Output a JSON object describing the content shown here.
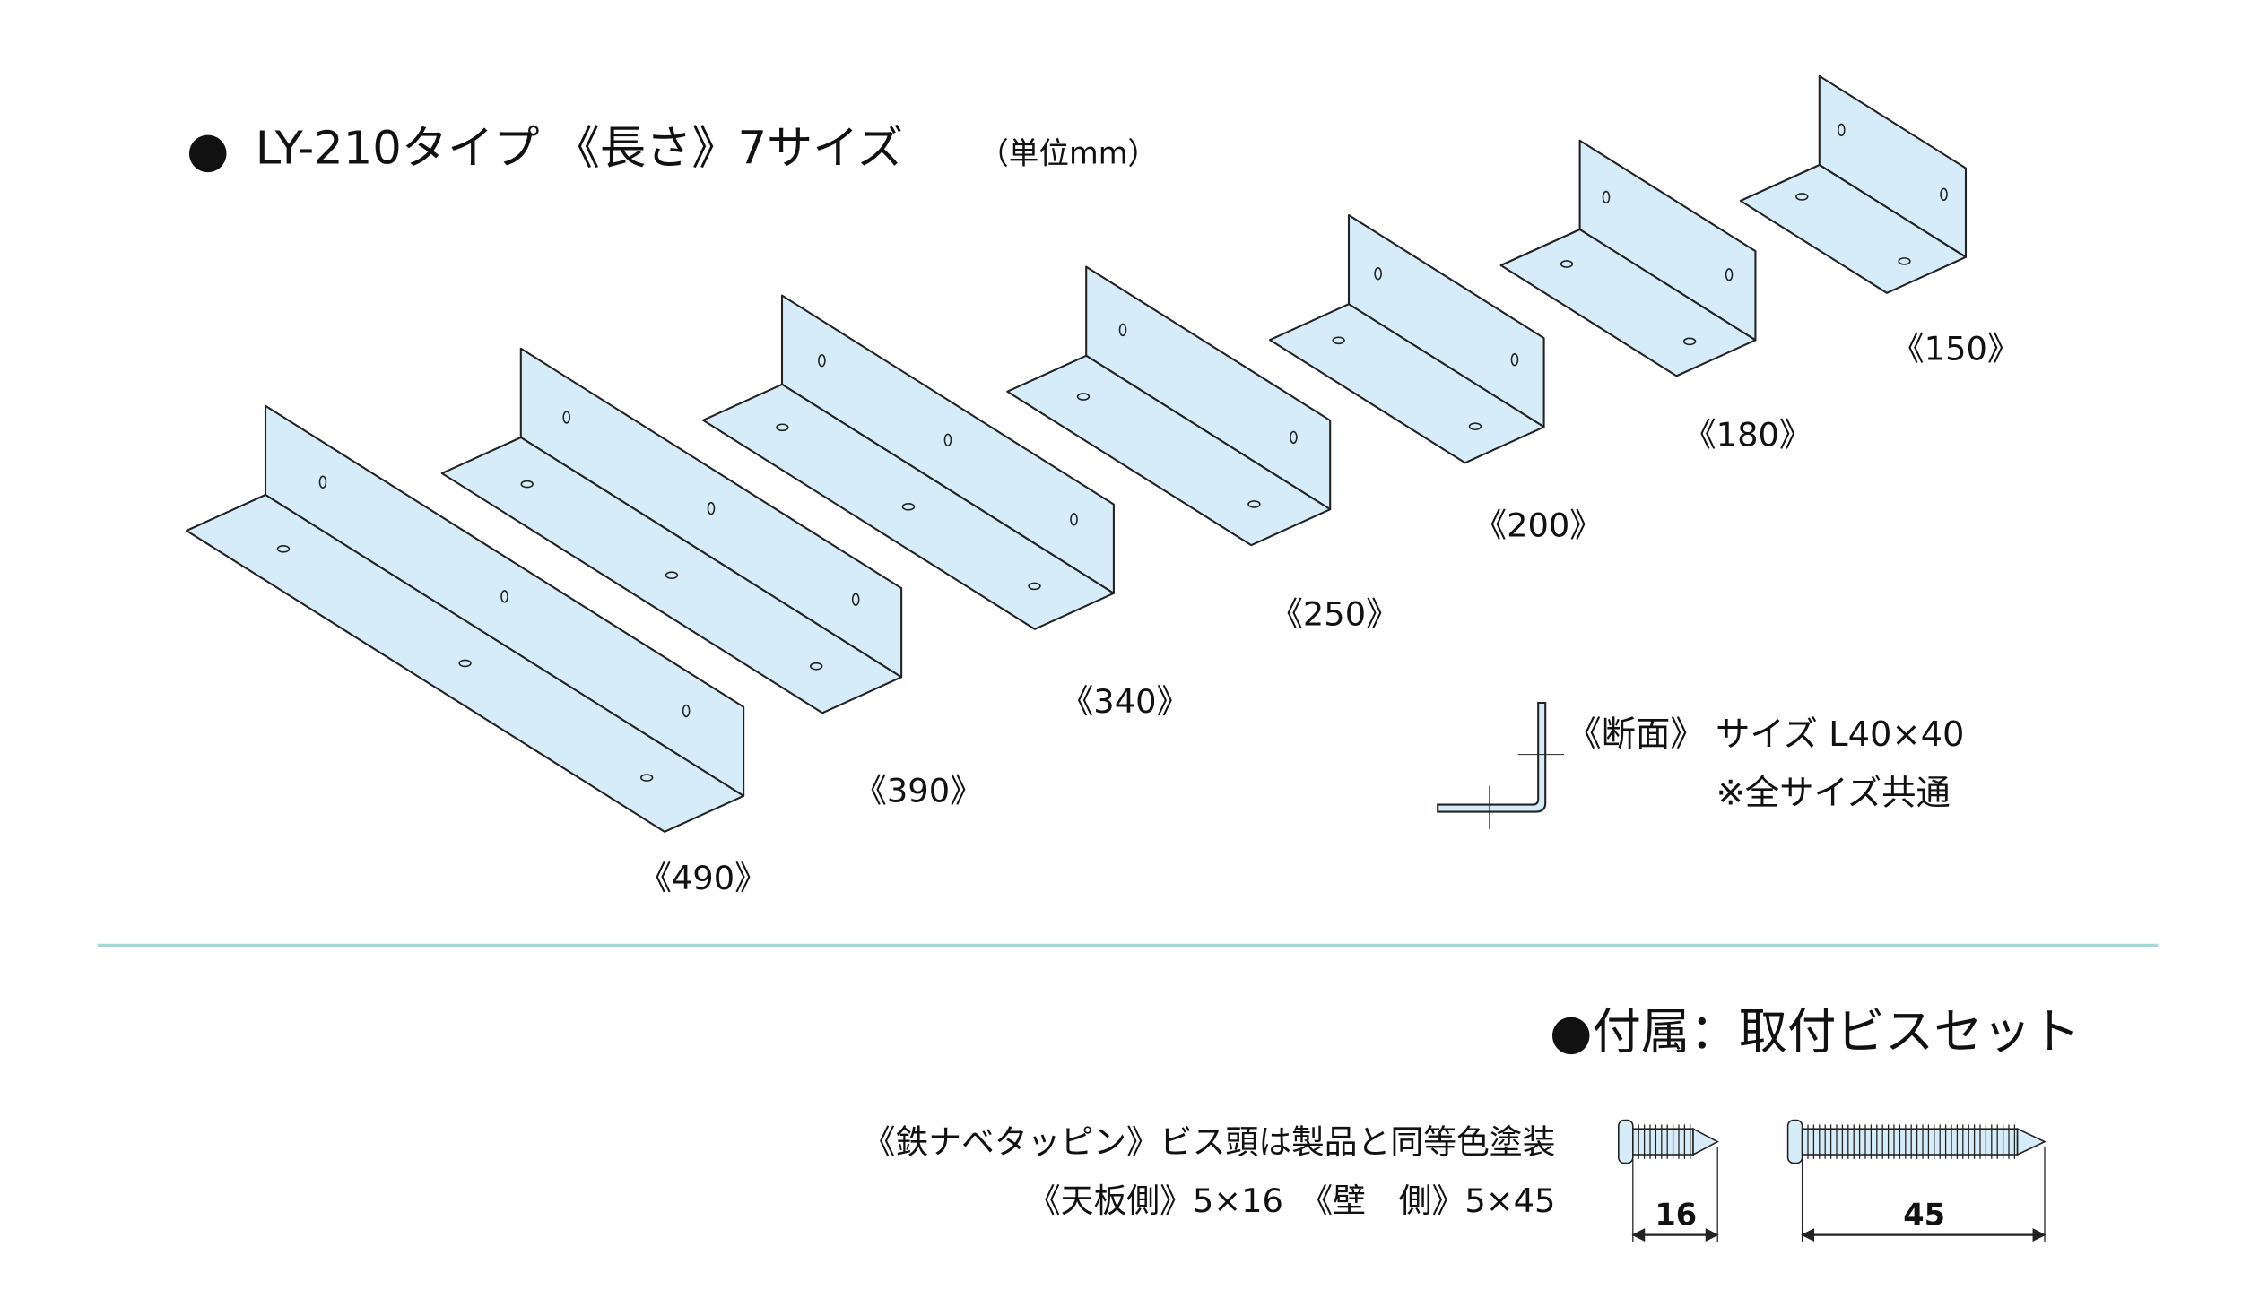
{
  "title": {
    "bullet": "●",
    "main": "LY-210タイプ 《長さ》7サイズ",
    "unit": "（単位mm）"
  },
  "brackets": [
    {
      "length": 490,
      "label": "《490》"
    },
    {
      "length": 390,
      "label": "《390》"
    },
    {
      "length": 340,
      "label": "《340》"
    },
    {
      "length": 250,
      "label": "《250》"
    },
    {
      "length": 200,
      "label": "《200》"
    },
    {
      "length": 180,
      "label": "《180》"
    },
    {
      "length": 150,
      "label": "《150》"
    }
  ],
  "section": {
    "line1": "《断面》 サイズ L40×40",
    "line2": "※全サイズ共通"
  },
  "accessory": {
    "title": "●付属：取付ビスセット",
    "desc1": "《鉄ナベタッピン》ビス頭は製品と同等色塗装",
    "desc2": "《天板側》5×16　《壁　側》5×45",
    "screw_short": "16",
    "screw_long": "45"
  },
  "colors": {
    "fill": "#d6ecf8",
    "divider": "#a8d8d4",
    "stroke": "#222222"
  }
}
